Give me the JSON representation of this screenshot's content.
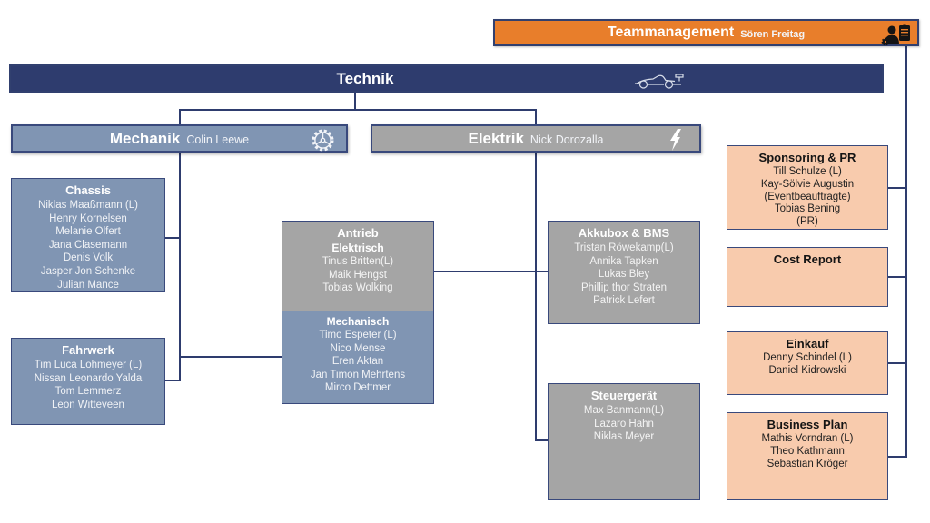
{
  "palette": {
    "orange": "#E87E2B",
    "navy": "#2E3C6E",
    "blue_gray": "#8095B3",
    "gray": "#A5A5A5",
    "peach": "#F8CBAD",
    "line": "#2E3C6E"
  },
  "top_banner": {
    "title": "Teammanagement",
    "lead": "Sören Freitag",
    "icon": "manager-clipboard-icon"
  },
  "technik_banner": {
    "title": "Technik",
    "icon": "race-car-icon"
  },
  "headers": {
    "mechanik": {
      "title": "Mechanik",
      "lead": "Colin Leewe",
      "icon": "gear-icon"
    },
    "elektrik": {
      "title": "Elektrik",
      "lead": "Nick Dorozalla",
      "icon": "lightning-bolt-icon"
    }
  },
  "teams": {
    "chassis": {
      "title": "Chassis",
      "members": [
        "Niklas Maaßmann (L)",
        "Henry Kornelsen",
        "Melanie Olfert",
        "Jana Clasemann",
        "Denis Volk",
        "Jasper Jon Schenke",
        "Julian Mance"
      ]
    },
    "fahrwerk": {
      "title": "Fahrwerk",
      "members": [
        "Tim Luca Lohmeyer (L)",
        "Nissan Leonardo Yalda",
        "Tom Lemmerz",
        "Leon Witteveen"
      ]
    },
    "antrieb": {
      "title": "Antrieb",
      "sections": [
        {
          "title": "Elektrisch",
          "members": [
            "Tinus Britten(L)",
            "Maik Hengst",
            "Tobias Wolking"
          ]
        },
        {
          "title": "Mechanisch",
          "members": [
            "Timo Espeter (L)",
            "Nico Mense",
            "Eren Aktan",
            "Jan Timon Mehrtens",
            "Mirco Dettmer"
          ]
        }
      ]
    },
    "akkubox": {
      "title": "Akkubox & BMS",
      "members": [
        "Tristan Röwekamp(L)",
        "Annika Tapken",
        "Lukas Bley",
        "Phillip thor Straten",
        "Patrick Lefert"
      ]
    },
    "steuergeraet": {
      "title": "Steuergerät",
      "members": [
        "Max Banmann(L)",
        "Lazaro Hahn",
        "Niklas Meyer"
      ]
    },
    "sponsoring": {
      "title": "Sponsoring & PR",
      "members": [
        "Till Schulze (L)",
        "Kay-Sölvie Augustin",
        "(Eventbeauftragte)",
        "Tobias Bening",
        "(PR)"
      ]
    },
    "costreport": {
      "title": "Cost Report",
      "members": []
    },
    "einkauf": {
      "title": "Einkauf",
      "members": [
        "Denny Schindel (L)",
        "Daniel Kidrowski"
      ]
    },
    "businessplan": {
      "title": "Business Plan",
      "members": [
        "Mathis Vorndran (L)",
        "Theo Kathmann",
        "Sebastian Kröger"
      ]
    }
  }
}
